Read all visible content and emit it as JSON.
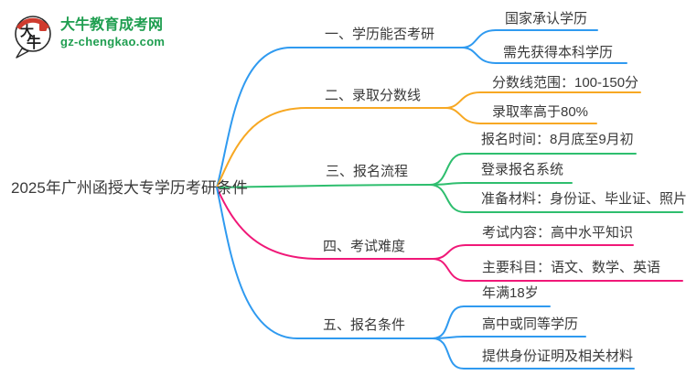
{
  "logo": {
    "title": "大牛教育成考网",
    "subtitle": "gz-chengkao.com",
    "bubble_text_top": "大",
    "bubble_text_bottom": "牛",
    "brand_green": "#1f9e50",
    "seal_red": "#cf3b2e"
  },
  "root": {
    "title": "2025年广州函授大专学历考研条件"
  },
  "palette": {
    "blue": "#2f9af0",
    "orange": "#f7a823",
    "green": "#2ebe6e",
    "pink": "#f01878",
    "text": "#3a3a3a"
  },
  "branches": [
    {
      "label": "一、学历能否考研",
      "color": "#2f9af0",
      "children": [
        "国家承认学历",
        "需先获得本科学历"
      ]
    },
    {
      "label": "二、录取分数线",
      "color": "#f7a823",
      "children": [
        "分数线范围：100-150分",
        "录取率高于80%"
      ]
    },
    {
      "label": "三、报名流程",
      "color": "#2ebe6e",
      "children": [
        "报名时间：8月底至9月初",
        "登录报名系统",
        "准备材料：身份证、毕业证、照片"
      ]
    },
    {
      "label": "四、考试难度",
      "color": "#f01878",
      "children": [
        "考试内容：高中水平知识",
        "主要科目：语文、数学、英语"
      ]
    },
    {
      "label": "五、报名条件",
      "color": "#2f9af0",
      "children": [
        "年满18岁",
        "高中或同等学历",
        "提供身份证明及相关材料"
      ]
    }
  ]
}
